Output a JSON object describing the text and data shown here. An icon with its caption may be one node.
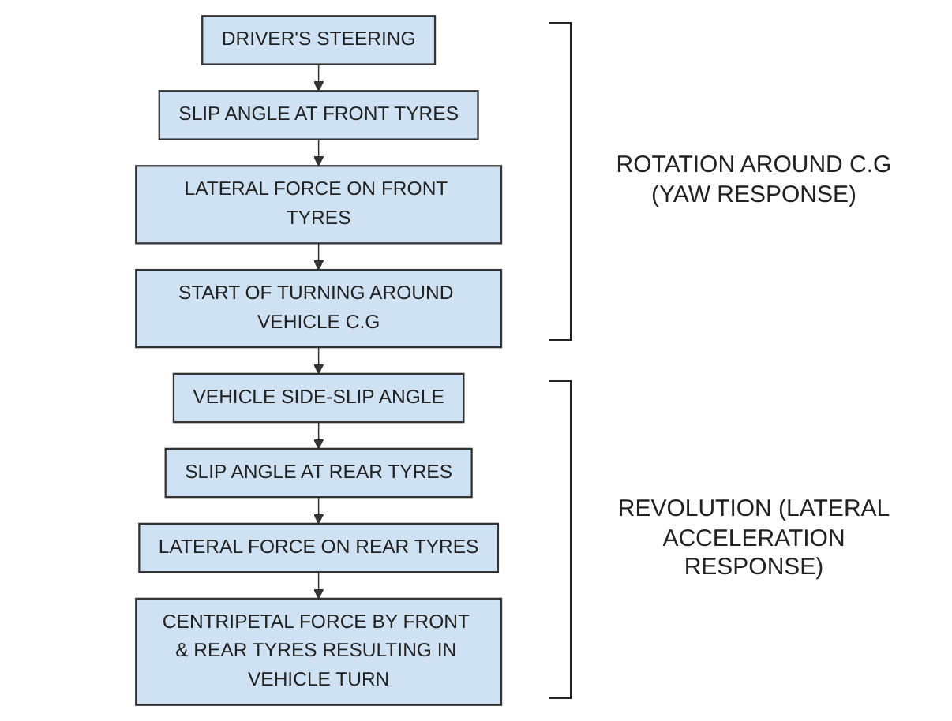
{
  "diagram": {
    "nodes": [
      {
        "text": [
          "DRIVER'S STEERING"
        ]
      },
      {
        "text": [
          "SLIP ANGLE AT FRONT TYRES"
        ]
      },
      {
        "text": [
          "LATERAL FORCE ON FRONT TYRES"
        ]
      },
      {
        "text": [
          "START OF TURNING AROUND VEHICLE C.G"
        ]
      },
      {
        "text": [
          "VEHICLE SIDE-SLIP ANGLE"
        ]
      },
      {
        "text": [
          "SLIP ANGLE AT REAR TYRES"
        ]
      },
      {
        "text": [
          "LATERAL FORCE ON REAR TYRES"
        ]
      },
      {
        "text": [
          "CENTRIPETAL FORCE BY FRONT & REAR TYRES RESULTING IN VEHICLE TURN"
        ]
      }
    ],
    "edges": [
      {
        "from": 0,
        "to": 1,
        "arrow": "to"
      },
      {
        "from": 1,
        "to": 2,
        "arrow": "to"
      },
      {
        "from": 2,
        "to": 3,
        "arrow": "to"
      },
      {
        "from": 3,
        "to": 4,
        "arrow": "to"
      },
      {
        "from": 4,
        "to": 5,
        "arrow": "to"
      },
      {
        "from": 5,
        "to": 6,
        "arrow": "to"
      },
      {
        "from": 6,
        "to": 7,
        "arrow": "to"
      }
    ],
    "labels": [
      "ROTATION AROUND C.G (YAW RESPONSE)",
      "REVOLUTION (LATERAL ACCELERATION RESPONSE)"
    ]
  }
}
